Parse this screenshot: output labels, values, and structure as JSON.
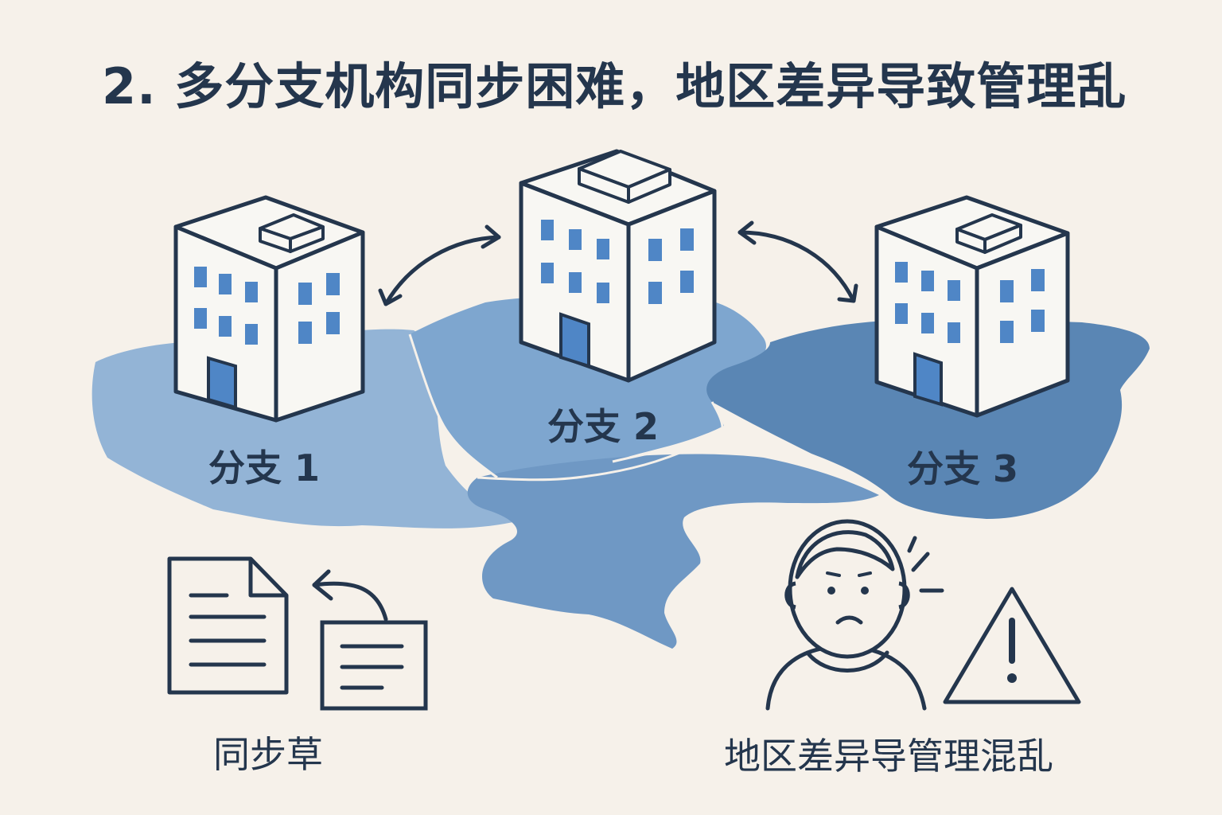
{
  "title": "2. 多分支机构同步困难，地区差异导致管理乱",
  "branches": [
    {
      "label": "分支 1",
      "region_color": "#93b4d6"
    },
    {
      "label": "分支 2",
      "region_color": "#7ea6cf"
    },
    {
      "label": "分支 3",
      "region_color": "#5a86b4"
    }
  ],
  "captions": {
    "sync": "同步草",
    "management": "地区差异导管理混乱"
  },
  "colors": {
    "background": "#f6f1ea",
    "ink": "#24364d",
    "window": "#4f86c6",
    "building": "#f8f7f3",
    "lower_region": "#6f98c4"
  },
  "icons": [
    "building-icon",
    "sync-arrow-icon",
    "document-icon",
    "person-icon",
    "warning-icon"
  ]
}
